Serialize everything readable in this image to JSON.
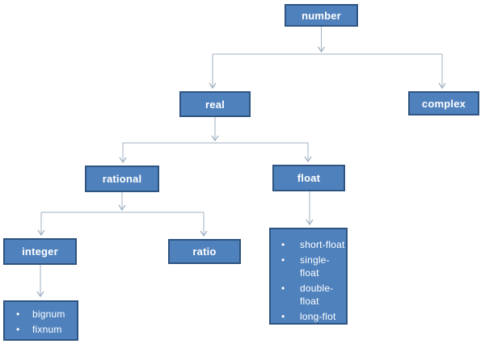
{
  "diagram": {
    "type": "tree",
    "nodes": {
      "number": "number",
      "real": "real",
      "complex": "complex",
      "rational": "rational",
      "float": "float",
      "integer": "integer",
      "ratio": "ratio"
    },
    "edges": [
      [
        "number",
        "real"
      ],
      [
        "number",
        "complex"
      ],
      [
        "real",
        "rational"
      ],
      [
        "real",
        "float"
      ],
      [
        "rational",
        "integer"
      ],
      [
        "rational",
        "ratio"
      ],
      [
        "integer",
        "integer_children"
      ],
      [
        "float",
        "float_children"
      ]
    ],
    "integer_children": [
      "bignum",
      "fixnum"
    ],
    "float_children": [
      "short-float",
      "single-float",
      "double-float",
      "long-flot"
    ]
  },
  "colors": {
    "node_fill": "#4f81bd",
    "node_border": "#2e5481",
    "connector_color": "#9fb1c2",
    "text_color": "#ffffff",
    "background": "#ffffff"
  }
}
